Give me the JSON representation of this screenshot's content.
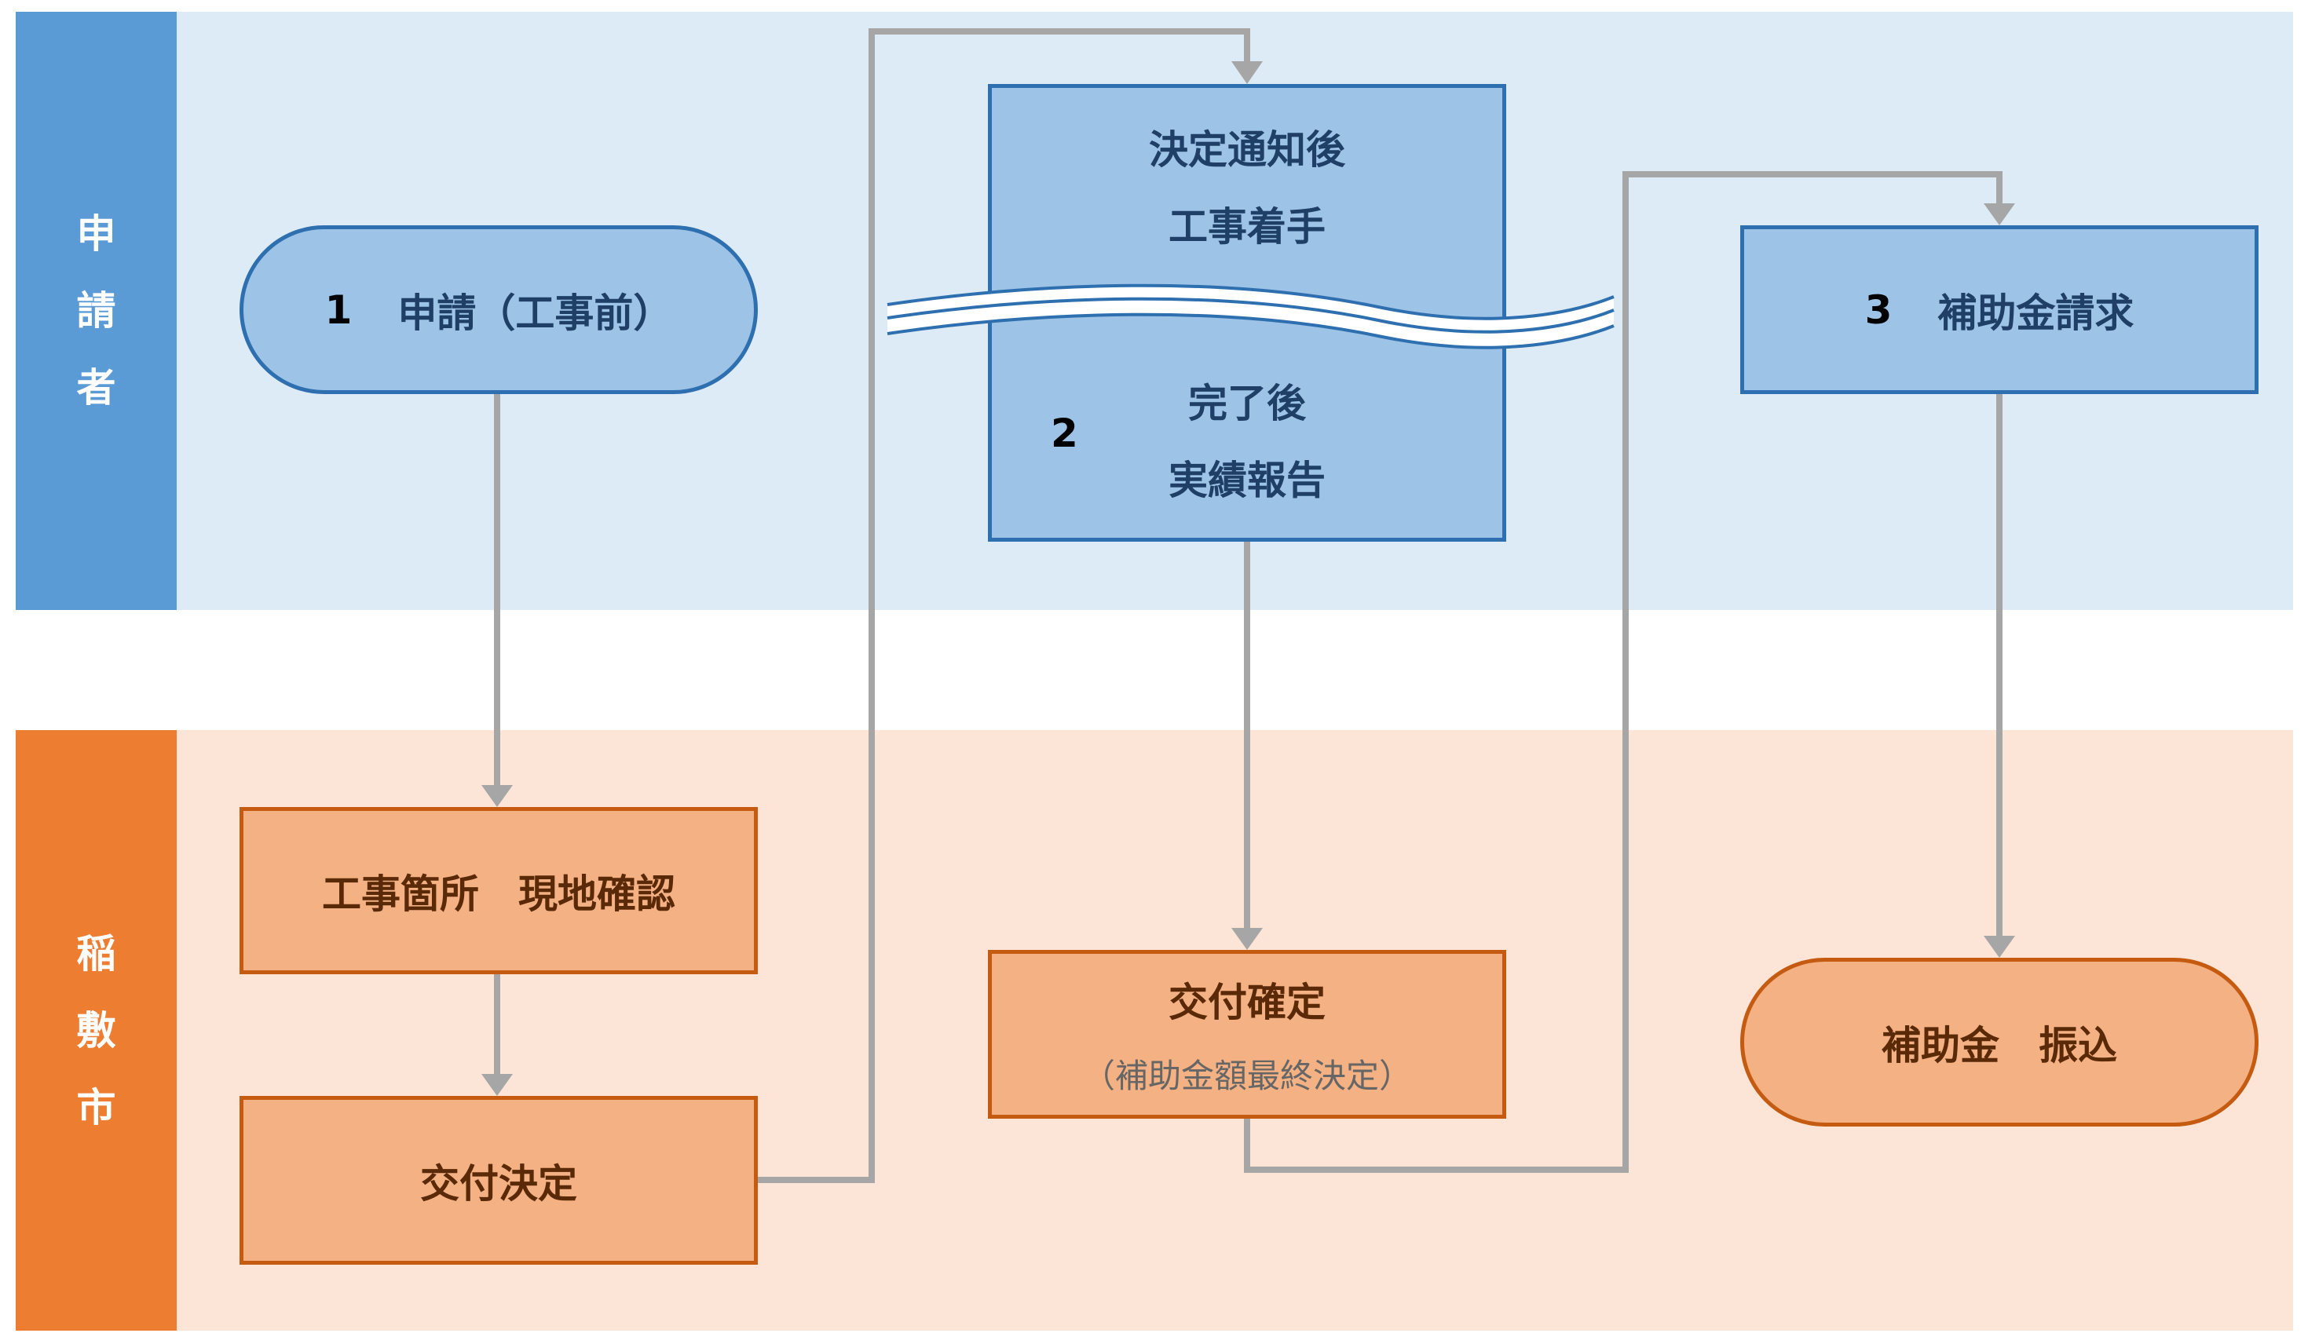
{
  "colors": {
    "applicant_lane_bg": "#ddebf7",
    "applicant_label_bg": "#5b9bd5",
    "city_lane_bg": "#fce4d6",
    "city_label_bg": "#ed7d31",
    "blue_box_fill": "#9dc3e6",
    "blue_box_border": "#2e6fb0",
    "orange_box_fill": "#f4b183",
    "orange_box_border": "#c55a11",
    "arrow": "#a6a6a6"
  },
  "lanes": {
    "applicant": {
      "label_chars": [
        "申",
        "請",
        "者"
      ]
    },
    "city": {
      "label_chars": [
        "稲",
        "敷",
        "市"
      ]
    }
  },
  "steps": {
    "apply": {
      "number": "1",
      "label": "申請（工事前）"
    },
    "construction": {
      "top_lines": [
        "決定通知後",
        "工事着手"
      ],
      "number": "2",
      "bottom_lines": [
        "完了後",
        "実績報告"
      ]
    },
    "claim": {
      "number": "3",
      "label": "補助金請求"
    }
  },
  "city_steps": {
    "site_check": {
      "label": "工事箇所　現地確認"
    },
    "grant_decision": {
      "label": "交付決定"
    },
    "grant_confirm": {
      "label": "交付確定",
      "sub": "（補助金額最終決定）"
    },
    "payment": {
      "label": "補助金　振込"
    }
  }
}
